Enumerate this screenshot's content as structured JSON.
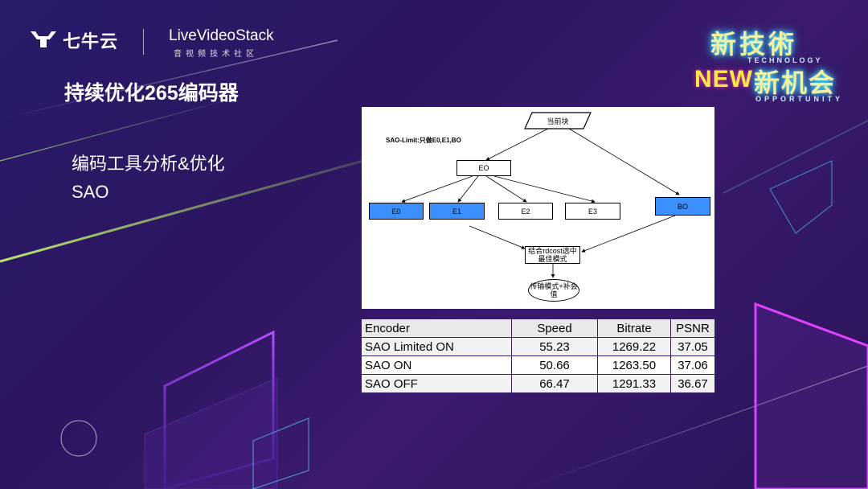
{
  "brand": {
    "qiniu_label": "七牛云",
    "lvs_main": "LiveVideoStack",
    "lvs_sub": "音视频技术社区"
  },
  "badge": {
    "line1": "新技術",
    "tech": "TECHNOLOGY",
    "new": "NEW",
    "line2": "新机会",
    "opp": "OPPORTUNITY"
  },
  "page_title": "持续优化265编码器",
  "bullets": [
    "编码工具分析&优化",
    "SAO"
  ],
  "diagram": {
    "note": "SAO-Limit:只做E0,E1,BO",
    "nodes": {
      "current": "当前块",
      "eo": "EO",
      "e0": "E0",
      "e1": "E1",
      "e2": "E2",
      "e3": "E3",
      "bo": "BO",
      "rdcost_l1": "结合rdcost选中",
      "rdcost_l2": "最佳模式",
      "transmit_l1": "传输模式+补会",
      "transmit_l2": "值"
    },
    "highlight_color": "#3b8fff"
  },
  "table": {
    "headers": [
      "Encoder",
      "Speed",
      "Bitrate",
      "PSNR"
    ],
    "rows": [
      [
        "SAO Limited ON",
        "55.23",
        "1269.22",
        "37.05"
      ],
      [
        "SAO ON",
        "50.66",
        "1263.50",
        "37.06"
      ],
      [
        "SAO OFF",
        "66.47",
        "1291.33",
        "36.67"
      ]
    ]
  }
}
